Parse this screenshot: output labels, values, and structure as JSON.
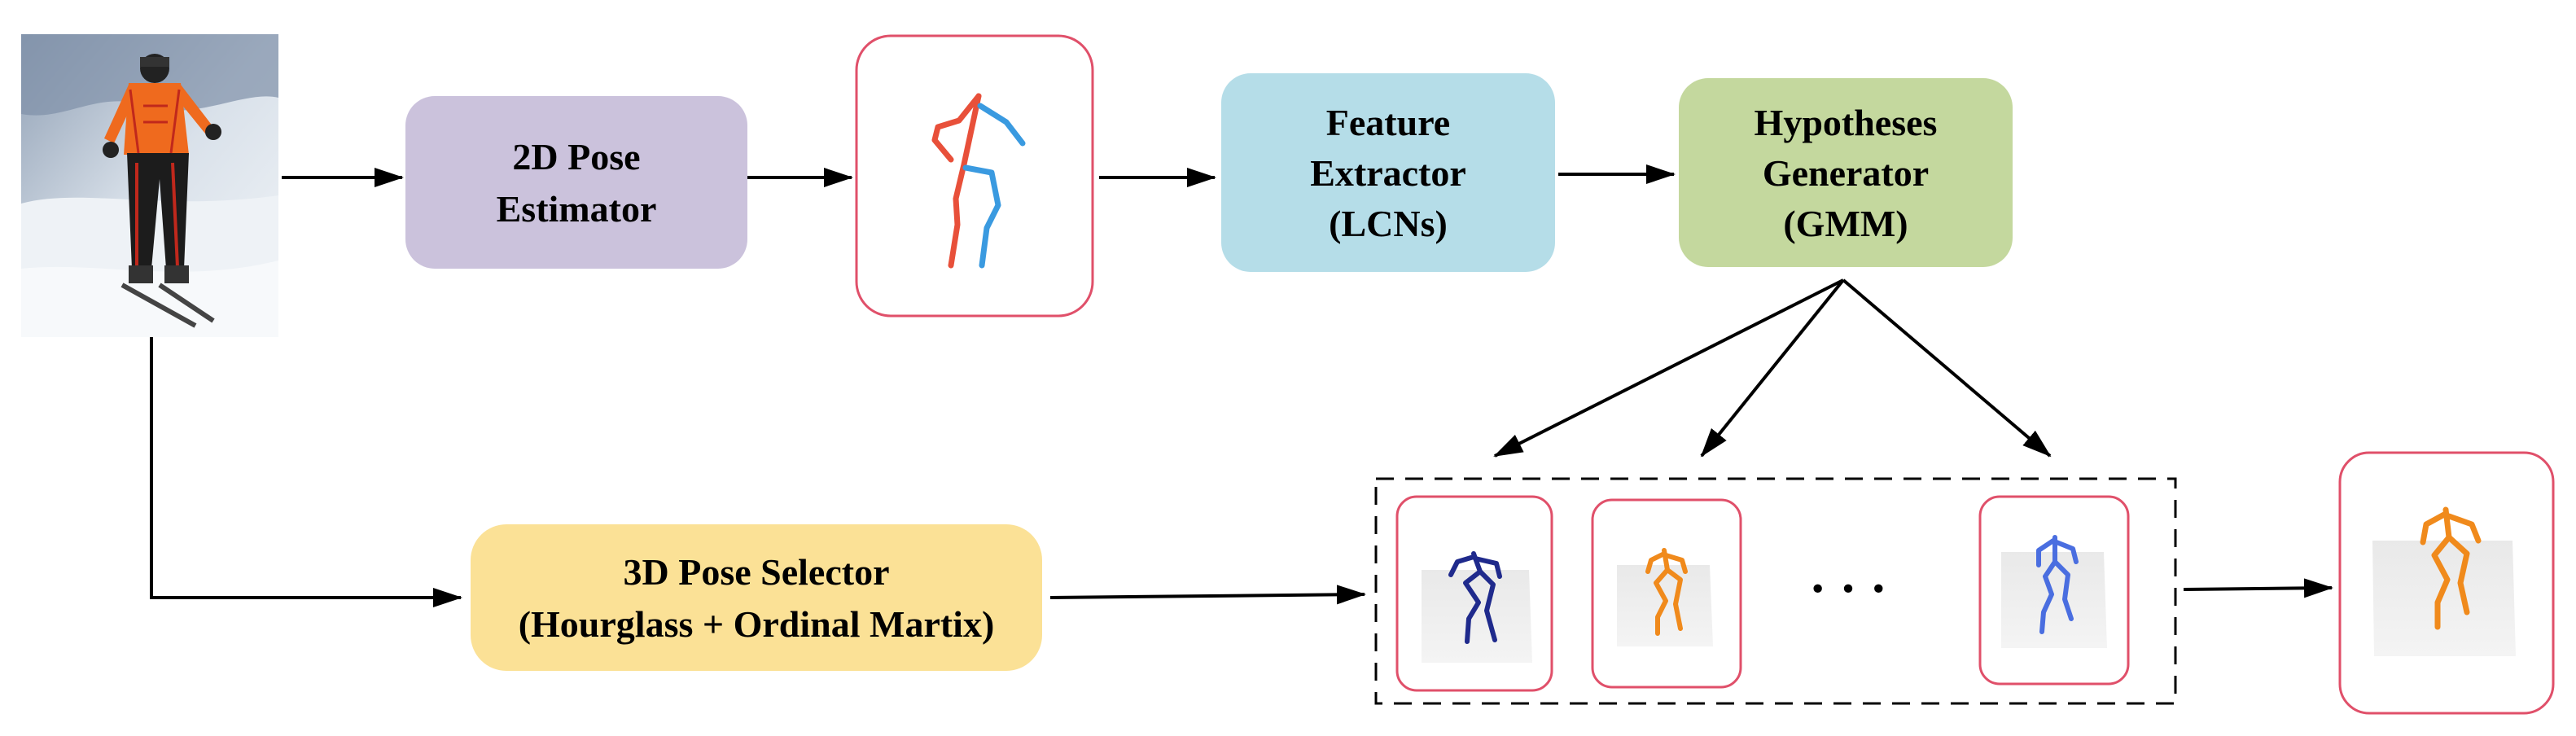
{
  "boxes": {
    "pose2d": {
      "line1": "2D Pose",
      "line2": "Estimator",
      "color": "#cbc2dc"
    },
    "feature": {
      "line1": "Feature",
      "line2": "Extractor",
      "line3": "(LCNs)",
      "color": "#b5dde8"
    },
    "hypotheses": {
      "line1": "Hypotheses",
      "line2": "Generator",
      "line3": "(GMM)",
      "color": "#c4d89e"
    },
    "selector": {
      "line1": "3D Pose Selector",
      "line2": "(Hourglass + Ordinal Martix)",
      "color": "#fbe196"
    }
  },
  "ellipsis": "· · ·",
  "colors": {
    "frame_border": "#e0506a",
    "arrow": "#000000",
    "skeleton_2d_left": "#e8503a",
    "skeleton_2d_right": "#3a9ae0",
    "hyp_1": "#1f2a8c",
    "hyp_2": "#f08a1c",
    "hyp_3": "#4a6ee0",
    "final": "#f08a1c"
  },
  "icons": {
    "input_photo": "skier-photo",
    "pose_2d": "skeleton-2d-icon",
    "hypothesis": "skeleton-3d-icon"
  }
}
